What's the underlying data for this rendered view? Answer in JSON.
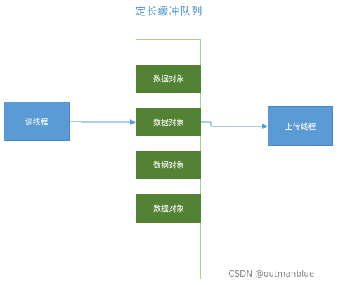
{
  "title": "定长缓冲队列",
  "reader": {
    "label": "读线程"
  },
  "uploader": {
    "label": "上传线程"
  },
  "queue": {
    "items": [
      "数据对象",
      "数据对象",
      "数据对象",
      "数据对象"
    ]
  },
  "watermark": "CSDN @outmanblue",
  "colors": {
    "title": "#5b9bd5",
    "thread_fill": "#5b9bd5",
    "item_fill": "#548235",
    "queue_border": "#a9d18e",
    "arrow": "#5b9bd5"
  }
}
